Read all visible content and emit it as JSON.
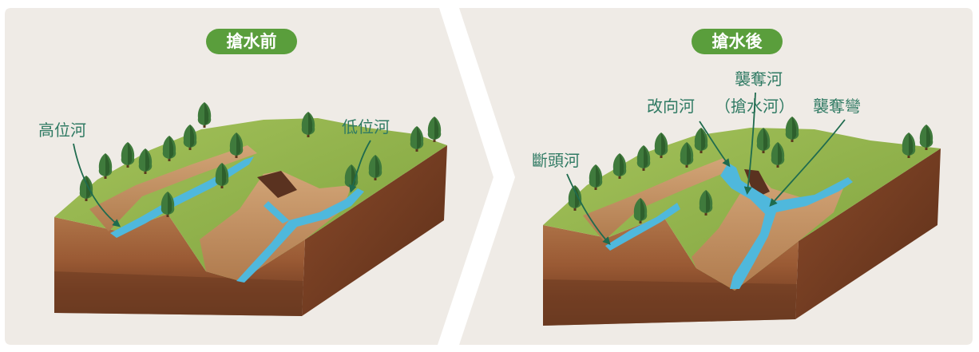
{
  "panels": {
    "before": {
      "title": "搶水前",
      "labels": {
        "high": "高位河",
        "low": "低位河"
      }
    },
    "after": {
      "title": "搶水後",
      "labels": {
        "beheaded": "斷頭河",
        "diverted": "改向河",
        "capturing": "襲奪河",
        "capturing_note": "（搶水河）",
        "elbow": "襲奪彎"
      }
    }
  },
  "colors": {
    "panel_bg": "#efebe6",
    "pill": "#5a9e3c",
    "label": "#2f7a63",
    "water": "#4fb8dc",
    "grass": "#8fb24a",
    "soil": "#9c5c35",
    "soil_dark": "#6e3a20"
  },
  "icons": [
    "tree-icon",
    "arrow-icon"
  ]
}
